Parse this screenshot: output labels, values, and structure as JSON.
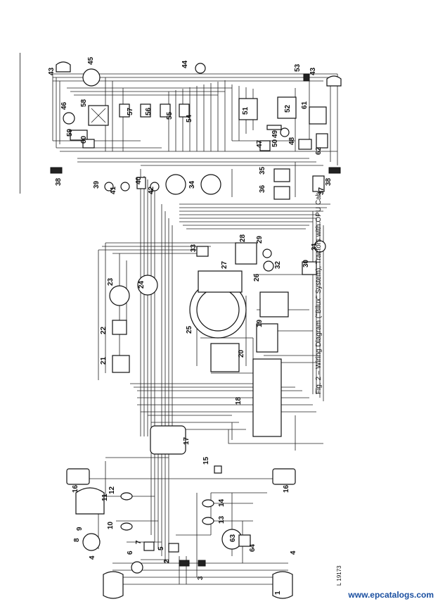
{
  "caption": "Fig. 2 – Wiring Diagram (\"Bilux\" System), Tractors with OPU Cab",
  "reference": "L 19173",
  "watermark": "www.epcatalogs.com",
  "components": [
    {
      "id": "c1",
      "label": "1"
    },
    {
      "id": "c2",
      "label": "2"
    },
    {
      "id": "c3",
      "label": "3"
    },
    {
      "id": "c4a",
      "label": "4"
    },
    {
      "id": "c4b",
      "label": "4"
    },
    {
      "id": "c5",
      "label": "5"
    },
    {
      "id": "c6",
      "label": "6"
    },
    {
      "id": "c7",
      "label": "7"
    },
    {
      "id": "c8",
      "label": "8"
    },
    {
      "id": "c9",
      "label": "9"
    },
    {
      "id": "c10",
      "label": "10"
    },
    {
      "id": "c11",
      "label": "11"
    },
    {
      "id": "c12",
      "label": "12"
    },
    {
      "id": "c13",
      "label": "13"
    },
    {
      "id": "c14",
      "label": "14"
    },
    {
      "id": "c15",
      "label": "15"
    },
    {
      "id": "c16a",
      "label": "16"
    },
    {
      "id": "c16b",
      "label": "16"
    },
    {
      "id": "c17",
      "label": "17"
    },
    {
      "id": "c18",
      "label": "18"
    },
    {
      "id": "c19",
      "label": "19"
    },
    {
      "id": "c20",
      "label": "20"
    },
    {
      "id": "c21",
      "label": "21"
    },
    {
      "id": "c22",
      "label": "22"
    },
    {
      "id": "c23",
      "label": "23"
    },
    {
      "id": "c24",
      "label": "24"
    },
    {
      "id": "c25",
      "label": "25"
    },
    {
      "id": "c26",
      "label": "26"
    },
    {
      "id": "c27",
      "label": "27"
    },
    {
      "id": "c28",
      "label": "28"
    },
    {
      "id": "c29",
      "label": "29"
    },
    {
      "id": "c30",
      "label": "30"
    },
    {
      "id": "c31",
      "label": "31"
    },
    {
      "id": "c32",
      "label": "32"
    },
    {
      "id": "c33",
      "label": "33"
    },
    {
      "id": "c34",
      "label": "34"
    },
    {
      "id": "c35",
      "label": "35"
    },
    {
      "id": "c36",
      "label": "36"
    },
    {
      "id": "c37",
      "label": "37"
    },
    {
      "id": "c38a",
      "label": "38"
    },
    {
      "id": "c38b",
      "label": "38"
    },
    {
      "id": "c39",
      "label": "39"
    },
    {
      "id": "c40",
      "label": "40"
    },
    {
      "id": "c41",
      "label": "41"
    },
    {
      "id": "c42",
      "label": "42"
    },
    {
      "id": "c43a",
      "label": "43"
    },
    {
      "id": "c43b",
      "label": "43"
    },
    {
      "id": "c44",
      "label": "44"
    },
    {
      "id": "c45",
      "label": "45"
    },
    {
      "id": "c46",
      "label": "46"
    },
    {
      "id": "c47",
      "label": "47"
    },
    {
      "id": "c48",
      "label": "48"
    },
    {
      "id": "c49",
      "label": "49"
    },
    {
      "id": "c50",
      "label": "50"
    },
    {
      "id": "c51",
      "label": "51"
    },
    {
      "id": "c52",
      "label": "52"
    },
    {
      "id": "c53",
      "label": "53"
    },
    {
      "id": "c54",
      "label": "54"
    },
    {
      "id": "c55",
      "label": "55"
    },
    {
      "id": "c56",
      "label": "56"
    },
    {
      "id": "c57",
      "label": "57"
    },
    {
      "id": "c58",
      "label": "58"
    },
    {
      "id": "c59",
      "label": "59"
    },
    {
      "id": "c60",
      "label": "60"
    },
    {
      "id": "c61",
      "label": "61"
    },
    {
      "id": "c62",
      "label": "62"
    },
    {
      "id": "c63",
      "label": "63"
    },
    {
      "id": "c64",
      "label": "64"
    }
  ]
}
